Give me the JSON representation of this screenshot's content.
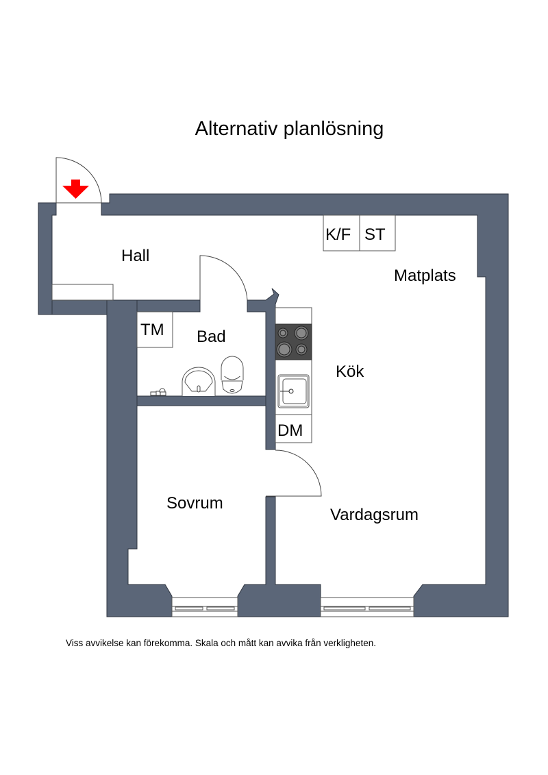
{
  "title": "Alternativ planlösning",
  "footnote": "Viss avvikelse kan förekomma. Skala och mått kan avvika från verkligheten.",
  "colors": {
    "wall": "#5b6678",
    "entrance_arrow": "#ff0000",
    "stove": "#4a4a4a"
  },
  "rooms": {
    "hall": "Hall",
    "bad": "Bad",
    "kok": "Kök",
    "matplats": "Matplats",
    "sovrum": "Sovrum",
    "vardagsrum": "Vardagsrum"
  },
  "fixtures": {
    "kf": "K/F",
    "st": "ST",
    "tm": "TM",
    "dm": "DM"
  },
  "icons": {
    "entrance": "entrance-arrow-icon",
    "stove": "stove-icon",
    "sink": "kitchen-sink-icon",
    "washbasin": "washbasin-icon",
    "toilet": "toilet-icon",
    "faucet": "shower-faucet-icon",
    "window": "window-icon",
    "door": "door-swing-icon"
  }
}
